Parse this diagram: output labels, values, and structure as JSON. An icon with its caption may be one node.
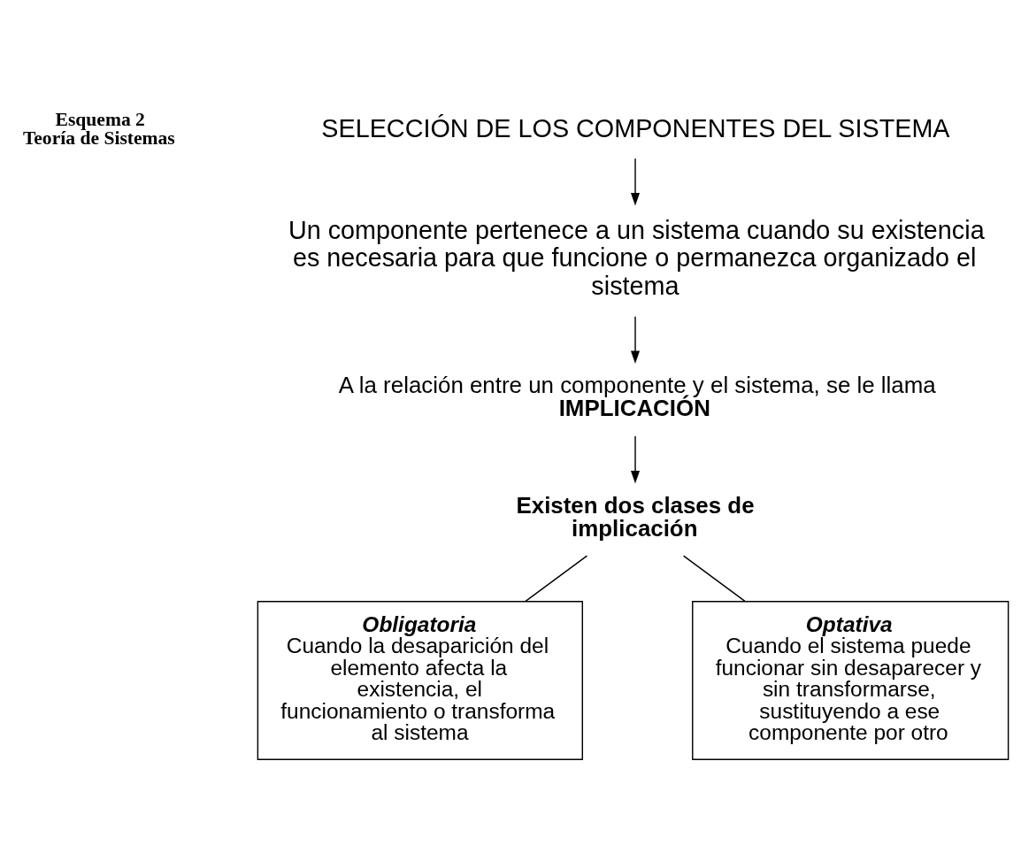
{
  "diagram": {
    "nodes": [
      {
        "text": [
          "SELECCIÓN DE LOS COMPONENTES DEL SISTEMA"
        ]
      },
      {
        "text": [
          "Un componente pertenece a un sistema cuando su existencia es necesaria para que funcione o permanezca organizado el sistema"
        ]
      },
      {
        "text": [
          "A la relación entre un componente y el sistema, se le llama",
          "IMPLICACIÓN"
        ]
      },
      {
        "text": [
          "Existen dos clases de implicación"
        ]
      },
      {
        "text": [
          "Obligatoria",
          "Cuando la desaparición del elemento afecta la existencia, el funcionamiento o transforma al sistema"
        ]
      },
      {
        "text": [
          "Optativa",
          "Cuando el sistema puede funcionar sin desaparecer y sin transformarse, sustituyendo a ese componente por otro"
        ]
      }
    ],
    "edges": [
      {
        "from": 0,
        "to": 1,
        "arrow": "to"
      },
      {
        "from": 1,
        "to": 2,
        "arrow": "to"
      },
      {
        "from": 2,
        "to": 3,
        "arrow": "to"
      },
      {
        "from": 3,
        "to": 4,
        "arrow": "none"
      },
      {
        "from": 3,
        "to": 5,
        "arrow": "none"
      }
    ],
    "labels": [
      "Esquema 2",
      "Teoría de Sistemas"
    ]
  }
}
